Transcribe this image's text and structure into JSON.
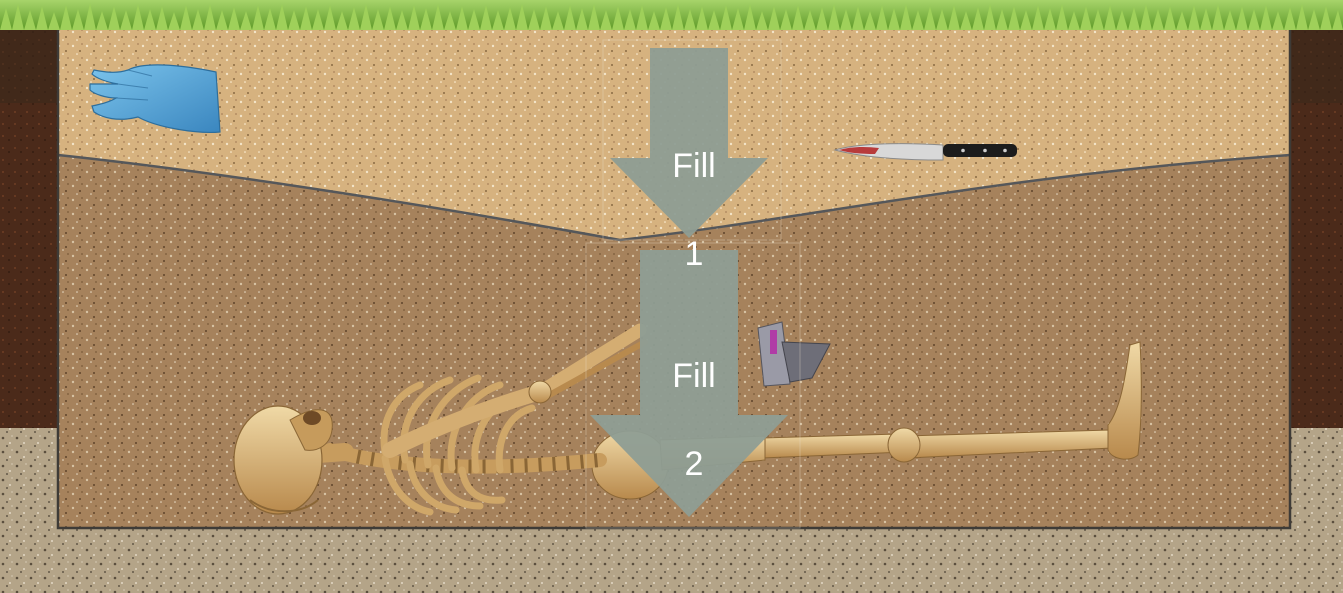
{
  "diagram": {
    "layers": {
      "fill_1": {
        "label_line1": "Fill",
        "label_line2": "1"
      },
      "fill_2": {
        "label_line1": "Fill",
        "label_line2": "2"
      }
    },
    "colors": {
      "grass": "#7fb83a",
      "topsoil": "#4a2a1a",
      "fill_1": "#d9b583",
      "fill_2": "#a98560",
      "subsoil": "#b5a58a",
      "arrow": "#8f9f94",
      "glove": "#5aa8d8"
    }
  }
}
